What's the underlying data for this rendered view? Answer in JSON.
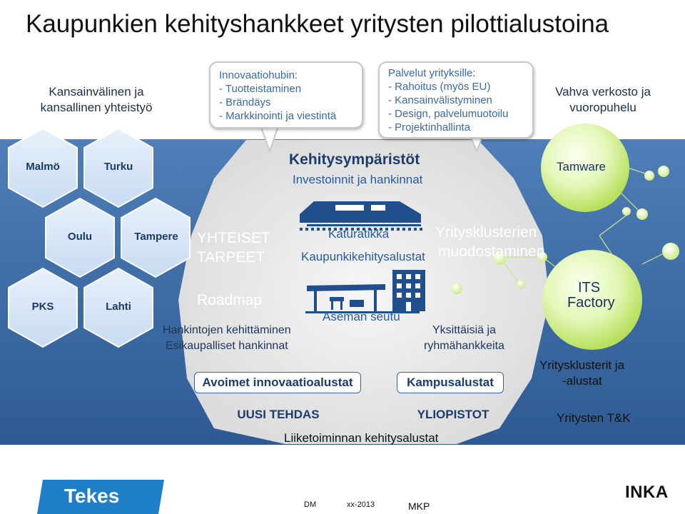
{
  "title": "Kaupunkien kehityshankkeet yritysten pilottialustoina",
  "left_top_text": "Kansainvälinen ja kansallinen yhteistyö",
  "right_top_text": "Vahva verkosto ja vuoropuhelu",
  "callout_left": {
    "lines": [
      "Innovaatiohubin:",
      "- Tuotteistaminen",
      "- Brändäys",
      "- Markkinointi ja viestintä"
    ]
  },
  "callout_right": {
    "lines": [
      "Palvelut yrityksille:",
      "- Rahoitus (myös EU)",
      "- Kansainvälistyminen",
      "- Design, palvelumuotoilu",
      "- Projektinhallinta"
    ]
  },
  "hexagons": {
    "malmo": "Malmö",
    "turku": "Turku",
    "oulu": "Oulu",
    "tampere": "Tampere",
    "pks": "PKS",
    "lahti": "Lahti"
  },
  "center": {
    "heading": "Kehitysympäristöt",
    "subheading": "Investoinnit ja hankinnat",
    "katuratikka": "Katuratikka",
    "kaupunkikehitys": "Kaupunkikehitysalustat",
    "aseman_seutu": "Aseman seutu"
  },
  "left_band": {
    "yhteiset": "YHTEISET",
    "tarpeet": "TARPEET",
    "roadmap": "Roadmap",
    "hankintojen": "Hankintojen kehittäminen",
    "esikaupalliset": "Esikaupalliset hankinnat"
  },
  "right_band": {
    "yritysklusterien": "Yritysklusterien",
    "muodostaminen": "muodostaminen",
    "yksittaisia": "Yksittäisiä ja",
    "ryhmahankkeita": "ryhmähankkeita"
  },
  "bubbles": {
    "tamware": "Tamware",
    "its_line1": "ITS",
    "its_line2": "Factory"
  },
  "right_lower": {
    "yritysklusterit_line1": "Yritysklusterit ja",
    "yritysklusterit_line2": "-alustat",
    "yritysten_tk": "Yritysten T&K"
  },
  "bottom": {
    "avoimet": "Avoimet innovaatioalustat",
    "kampusalustat": "Kampusalustat",
    "uusi_tehdas": "UUSI TEHDAS",
    "yliopistot": "YLIOPISTOT",
    "liiketoiminnan": "Liiketoiminnan kehitysalustat"
  },
  "footer": {
    "tekes": "Tekes",
    "dm": "DM",
    "date": "xx-2013",
    "mkp": "MKP",
    "inka": "INKA"
  },
  "colors": {
    "band_blue": "#3f6fa8",
    "center_gray": "#e9e9e9",
    "hex_fill": "#d6e6f7",
    "bubble_green": "#c9ec7a",
    "bubble_white": "#f4fbe4",
    "tekes_blue": "#1e7fc8",
    "text_navy": "#1b3d6e"
  }
}
